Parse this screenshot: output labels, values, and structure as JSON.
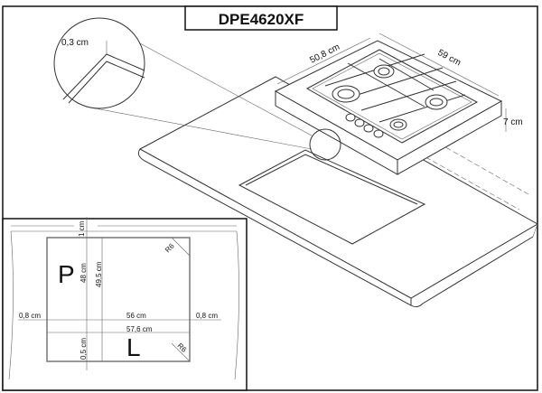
{
  "title": "DPE4620XF",
  "detail_callout": {
    "corner_thickness": "0,3 cm"
  },
  "hob_dimensions": {
    "width": "50,8 cm",
    "depth": "59 cm",
    "height": "7 cm"
  },
  "cutout_plan": {
    "side_back_label": "P",
    "side_front_label": "L",
    "top_margin": "1 cm",
    "depth_inner": "48 cm",
    "depth_outer": "49,5 cm",
    "left_margin": "0,8 cm",
    "right_margin": "0,8 cm",
    "width_inner": "56 cm",
    "width_outer": "57,6 cm",
    "bottom_margin": "0,5 cm",
    "radius_top": "R6",
    "radius_bottom": "R6"
  }
}
